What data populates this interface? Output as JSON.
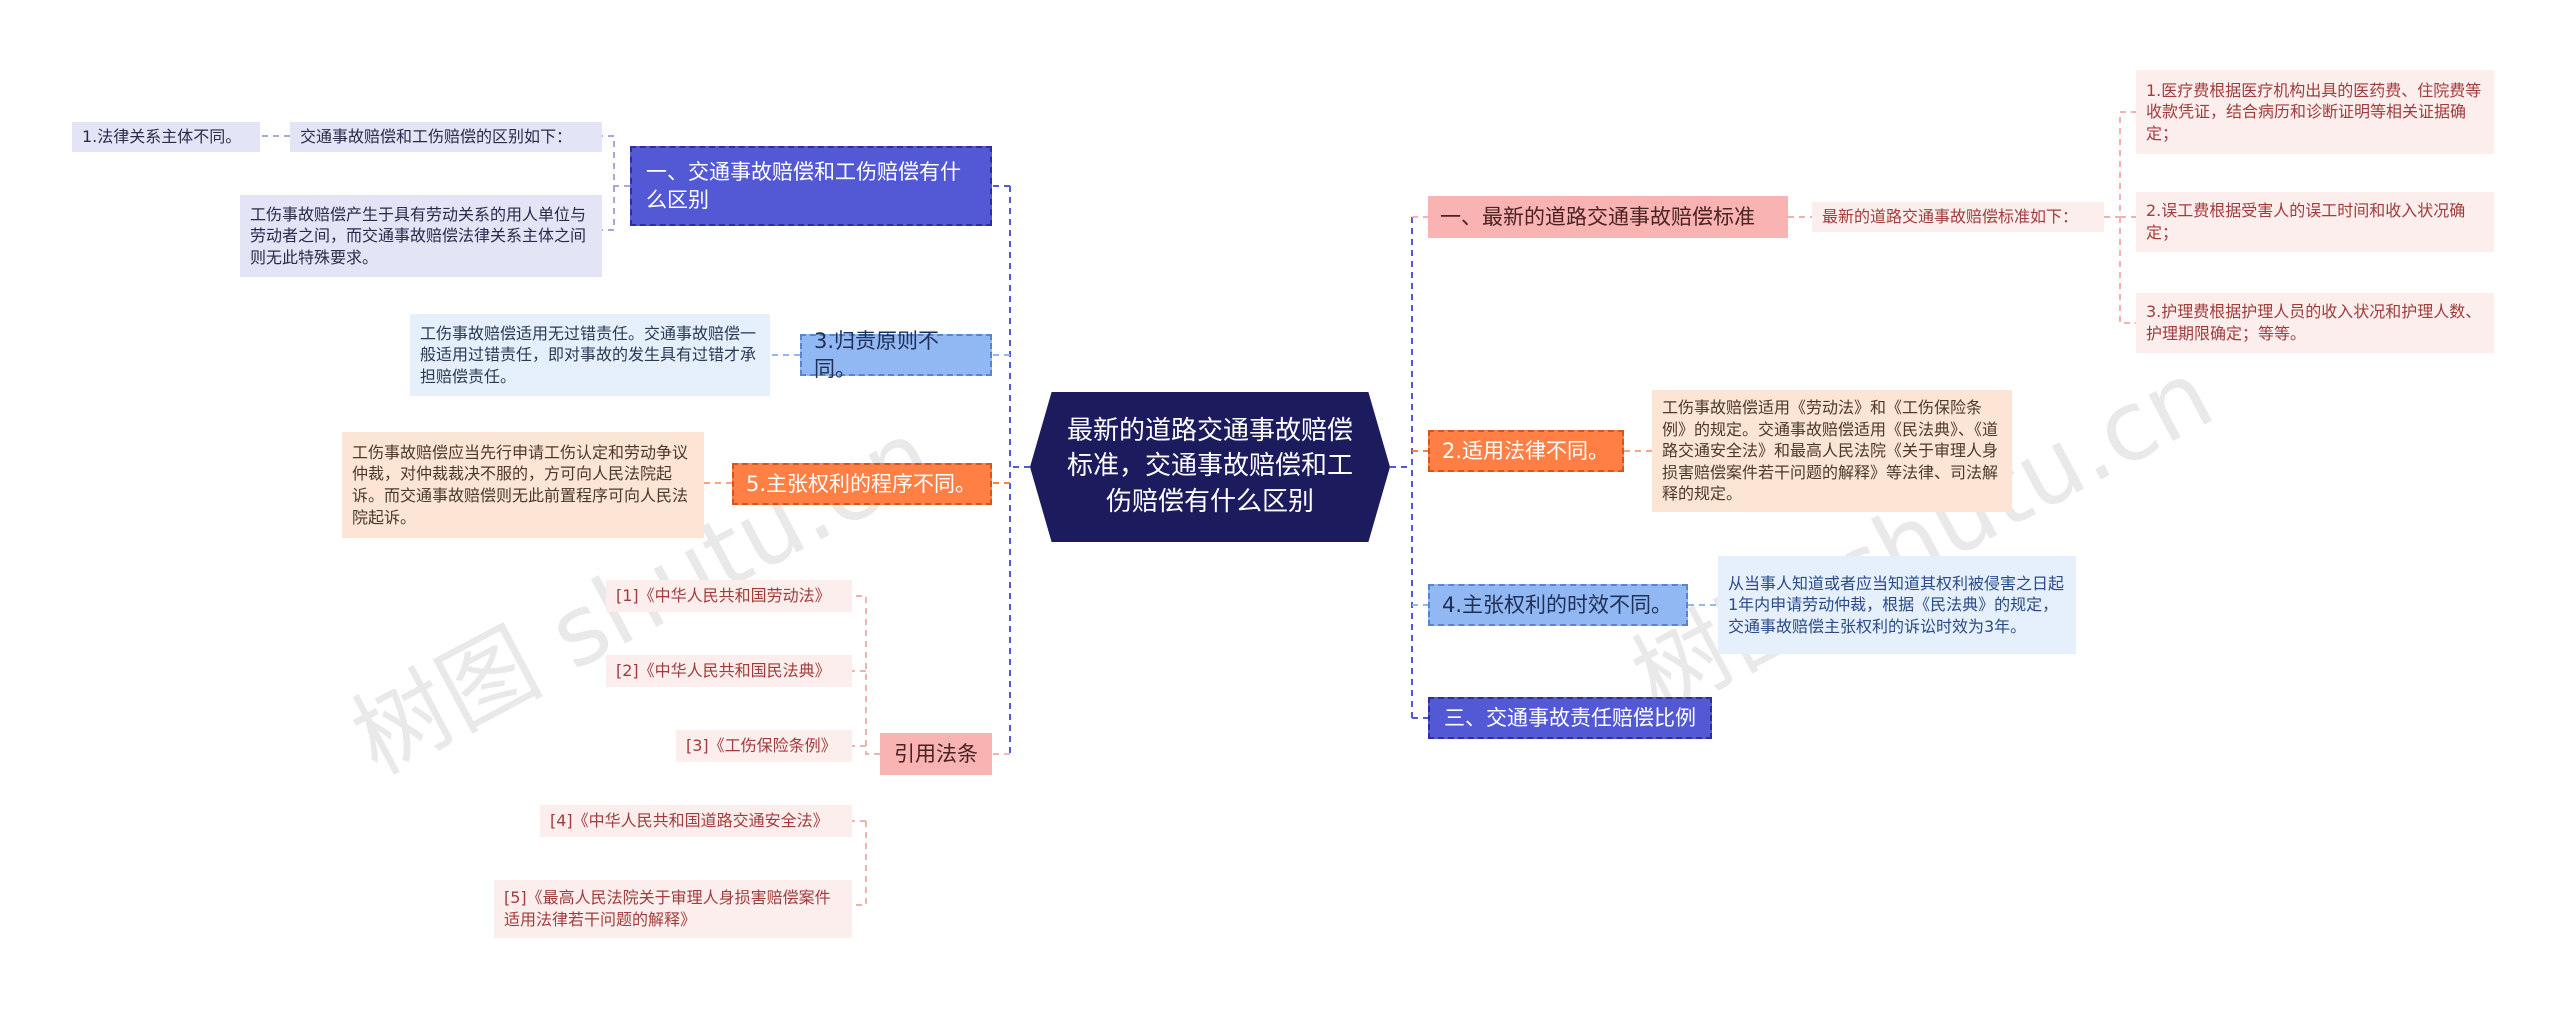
{
  "center": "最新的道路交通事故赔偿标准，交通事故赔偿和工伤赔偿有什么区别",
  "left": {
    "q1": {
      "label": "一、交通事故赔偿和工伤赔偿有什么区别",
      "intro": "交通事故赔偿和工伤赔偿的区别如下：",
      "point": "1.法律关系主体不同。",
      "detail": "工伤事故赔偿产生于具有劳动关系的用人单位与劳动者之间，而交通事故赔偿法律关系主体之间则无此特殊要求。"
    },
    "p3": {
      "label": "3.归责原则不同。",
      "detail": "工伤事故赔偿适用无过错责任。交通事故赔偿一般适用过错责任，即对事故的发生具有过错才承担赔偿责任。"
    },
    "p5": {
      "label": "5.主张权利的程序不同。",
      "detail": "工伤事故赔偿应当先行申请工伤认定和劳动争议仲裁，对仲裁裁决不服的，方可向人民法院起诉。而交通事故赔偿则无此前置程序可向人民法院起诉。"
    },
    "refs": {
      "label": "引用法条",
      "items": [
        "[1]《中华人民共和国劳动法》",
        "[2]《中华人民共和国民法典》",
        "[3]《工伤保险条例》",
        "[4]《中华人民共和国道路交通安全法》",
        "[5]《最高人民法院关于审理人身损害赔偿案件适用法律若干问题的解释》"
      ]
    }
  },
  "right": {
    "s1": {
      "label": "一、最新的道路交通事故赔偿标准",
      "intro": "最新的道路交通事故赔偿标准如下：",
      "items": [
        "1.医疗费根据医疗机构出具的医药费、住院费等收款凭证，结合病历和诊断证明等相关证据确定；",
        "2.误工费根据受害人的误工时间和收入状况确定；",
        "3.护理费根据护理人员的收入状况和护理人数、护理期限确定；等等。"
      ]
    },
    "p2": {
      "label": "2.适用法律不同。",
      "detail": "工伤事故赔偿适用《劳动法》和《工伤保险条例》的规定。交通事故赔偿适用《民法典》、《道路交通安全法》和最高人民法院《关于审理人身损害赔偿案件若干问题的解释》等法律、司法解释的规定。"
    },
    "p4": {
      "label": "4.主张权利的时效不同。",
      "detail": "从当事人知道或者应当知道其权利被侵害之日起1年内申请劳动仲裁，根据《民法典》的规定，交通事故赔偿主张权利的诉讼时效为3年。"
    },
    "s3": {
      "label": "三、交通事故责任赔偿比例"
    }
  },
  "watermark": "树图 shutu.cn",
  "colors": {
    "center": "#1b1b5e",
    "purple": "#5359d4",
    "blue": "#92b8f3",
    "orange": "#ff7f45",
    "pink": "#f9b3b3"
  }
}
